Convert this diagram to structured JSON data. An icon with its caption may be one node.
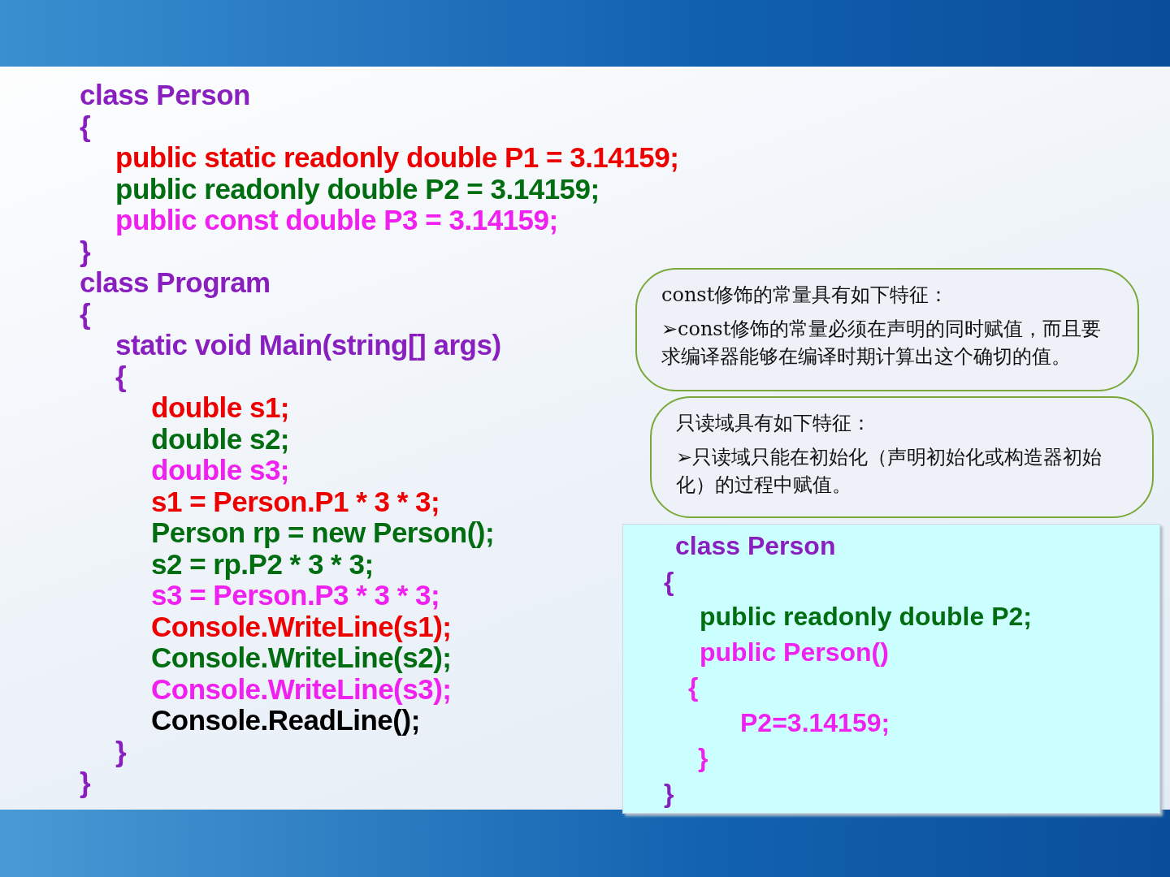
{
  "diagram": {
    "nodes": [
      {
        "text": [
          "const修饰的常量具有如下特征：",
          "➢const修饰的常量必须在声明的同时赋值，而且要求编译器能够在编译时期计算出这个确切的值。"
        ]
      },
      {
        "text": [
          "只读域具有如下特征：",
          "➢只读域只能在初始化（声明初始化或构造器初始化）的过程中赋值。"
        ]
      },
      {
        "text": [
          "class Person",
          "{",
          "public readonly double P2;",
          "public Person()",
          "{",
          "P2=3.14159;",
          "}",
          "}"
        ]
      }
    ],
    "labels": [
      "class Person",
      "{",
      "public static readonly double P1 = 3.14159;",
      "public readonly double P2 = 3.14159;",
      "public const double P3 = 3.14159;",
      "}",
      "class Program",
      "{",
      "static void Main(string[] args)",
      "{",
      "double s1;",
      "double s2;",
      "double s3;",
      "s1 = Person.P1 * 3 * 3;",
      "Person rp = new Person();",
      "s2 = rp.P2 * 3 * 3;",
      "s3 = Person.P3 * 3 * 3;",
      "Console.WriteLine(s1);",
      "Console.WriteLine(s2);",
      "Console.WriteLine(s3);",
      "Console.ReadLine();",
      "}",
      "}"
    ]
  }
}
